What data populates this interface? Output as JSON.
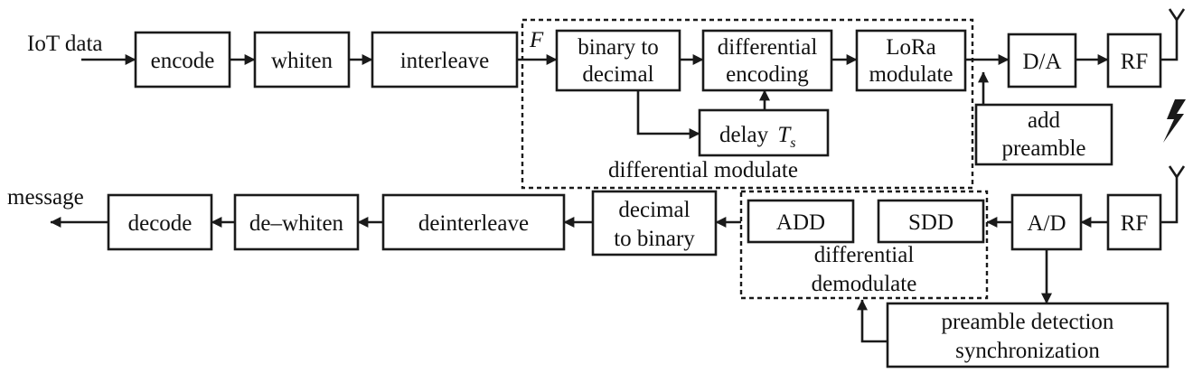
{
  "labels": {
    "iot_data": "IoT data",
    "encode": "encode",
    "whiten": "whiten",
    "interleave": "interleave",
    "f_symbol": "F",
    "binary_to_decimal_1": "binary to",
    "binary_to_decimal_2": "decimal",
    "differential_encoding_1": "differential",
    "differential_encoding_2": "encoding",
    "lora_modulate_1": "LoRa",
    "lora_modulate_2": "modulate",
    "delay": "delay ",
    "delay_t": "T",
    "delay_sub": "s",
    "differential_modulate": "differential modulate",
    "da": "D/A",
    "rf_tx": "RF",
    "add_preamble_1": "add",
    "add_preamble_2": "preamble",
    "message": "message",
    "decode": "decode",
    "de_whiten": "de–whiten",
    "deinterleave": "deinterleave",
    "decimal_to_binary_1": "decimal",
    "decimal_to_binary_2": "to binary",
    "add": "ADD",
    "sdd": "SDD",
    "differential_demodulate_1": "differential",
    "differential_demodulate_2": "demodulate",
    "ad": "A/D",
    "rf_rx": "RF",
    "preamble_detection_1": "preamble detection",
    "preamble_detection_2": "synchronization"
  },
  "icons": {
    "antenna": "antenna-icon",
    "wireless_link": "lightning-bolt-icon"
  },
  "colors": {
    "line": "#1a1a1a",
    "background": "#ffffff"
  }
}
